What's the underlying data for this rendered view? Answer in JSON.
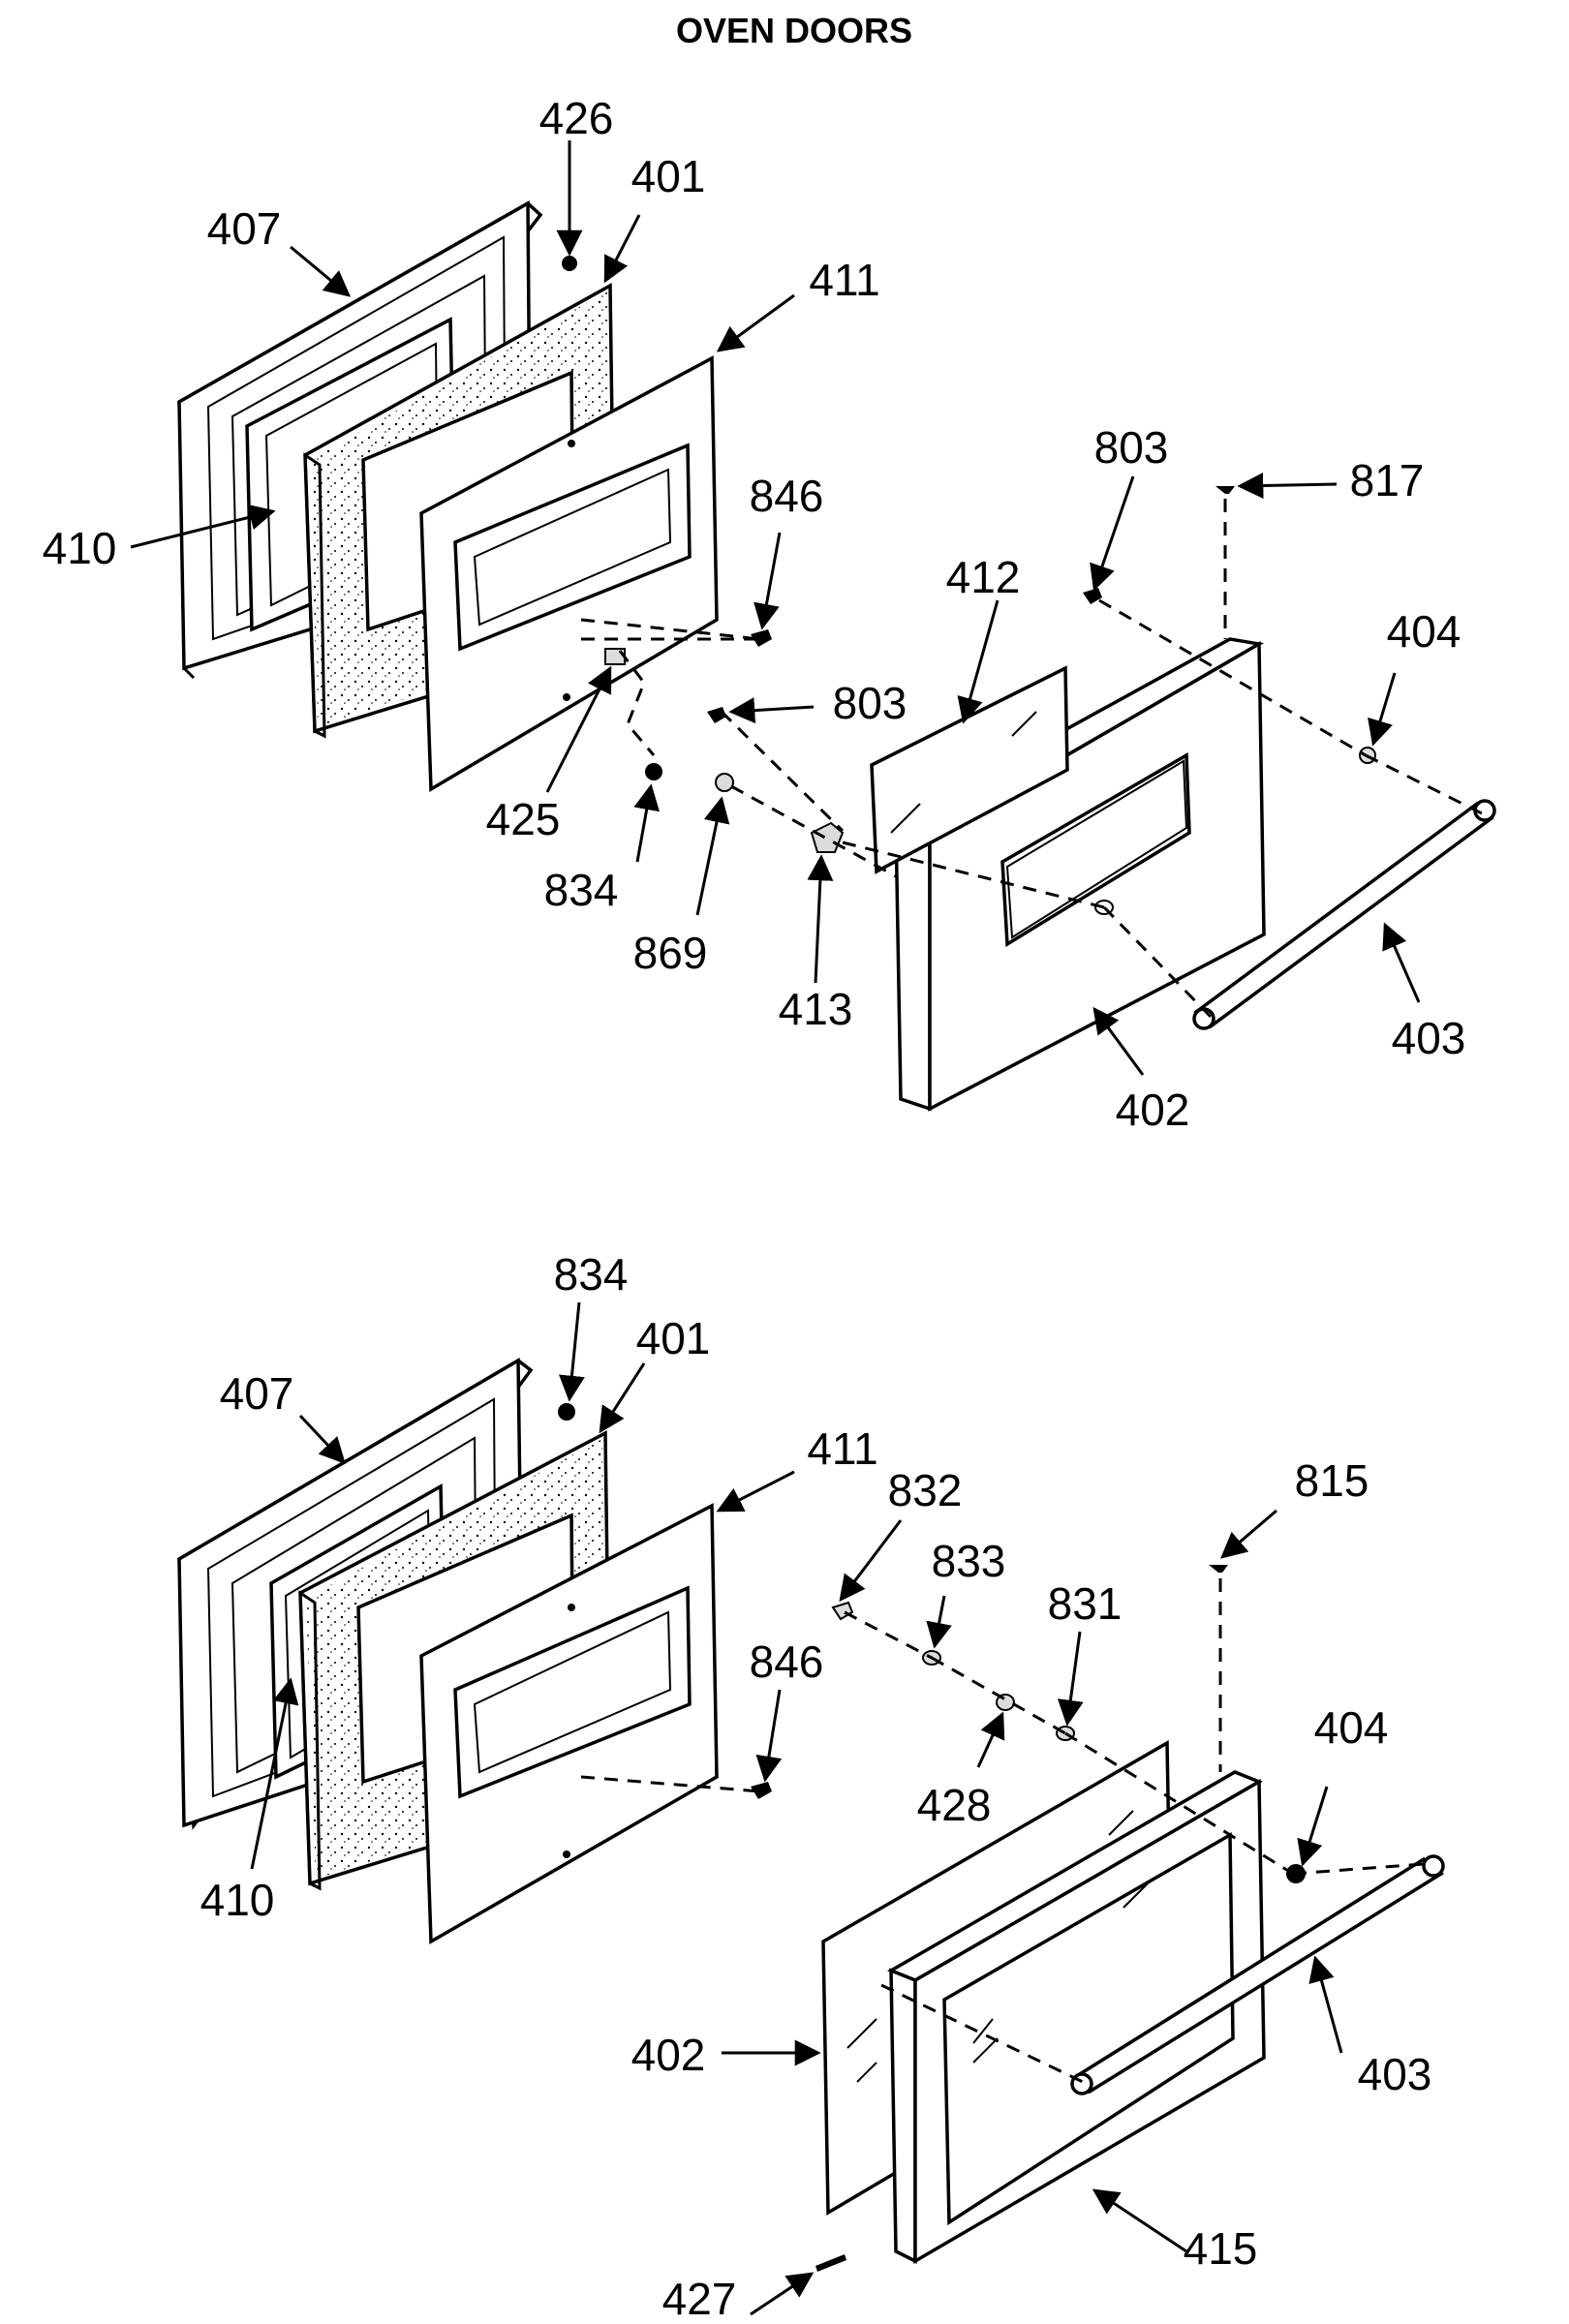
{
  "title": "OVEN DOORS",
  "top_callouts": [
    "426",
    "401",
    "407",
    "411",
    "410",
    "846",
    "803",
    "817",
    "412",
    "404",
    "803",
    "425",
    "834",
    "869",
    "413",
    "403",
    "402"
  ],
  "bottom_callouts": [
    "834",
    "401",
    "407",
    "411",
    "815",
    "832",
    "833",
    "831",
    "846",
    "428",
    "404",
    "410",
    "402",
    "403",
    "415",
    "427"
  ]
}
